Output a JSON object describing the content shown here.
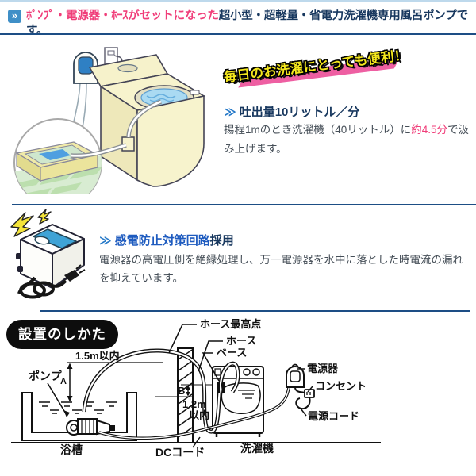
{
  "header": {
    "badge_icon": "»",
    "highlight": "ﾎﾟﾝﾌﾟ・電源器・ﾎｰｽがセットになった",
    "rest": "超小型・超軽量・省電力洗濯機専用風呂ポンプです。"
  },
  "flow_section": {
    "banner": "毎日のお洗濯にとっても便利！",
    "chevron": "≫",
    "heading": "吐出量10リットル／分",
    "body_pre": "揚程1mのとき洗濯機（40リットル）に",
    "body_highlight": "約4.5分",
    "body_post": "で汲み上げます。"
  },
  "safety_section": {
    "chevron": "≫",
    "heading_blue": "感電防止対策回路",
    "heading_rest": "採用",
    "body": "電源器の高電圧側を絶縁処理し、万一電源器を水中に落とした時電流の漏れを抑えています。"
  },
  "install_section": {
    "title": "設置のしかた",
    "labels": {
      "hose_peak": "ホース最高点",
      "hose": "ホース",
      "base": "ベース",
      "power_unit": "電源器",
      "outlet": "コンセント",
      "power_cord": "電源コード",
      "pump": "ポンプ",
      "pump_mark": "A",
      "dim_height": "1.5m以内",
      "dim_b": "B",
      "dim_depth_1": "1.2m",
      "dim_depth_2": "以内",
      "bathtub": "浴槽",
      "dc_cord": "DCコード",
      "washer": "洗濯機"
    }
  },
  "colors": {
    "accent_pink": "#f03d79",
    "accent_navy": "#17375e",
    "link_blue": "#1e5bbf",
    "chevron_blue": "#2679c8",
    "banner_yellow": "#f4e71d",
    "banner_pink": "#ee5fa2",
    "divider_blue": "#1d4e85"
  }
}
